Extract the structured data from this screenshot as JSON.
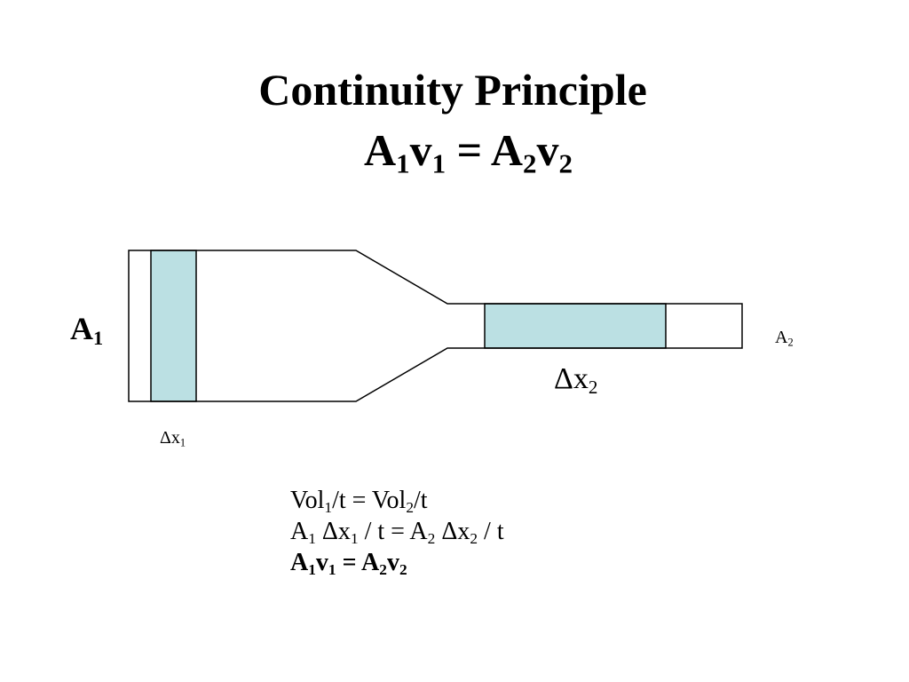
{
  "title": "Continuity Principle",
  "equation": {
    "a1": "A",
    "a1_sub": "1",
    "v1": "v",
    "v1_sub": "1",
    "equals": " = ",
    "a2": "A",
    "a2_sub": "2",
    "v2": "v",
    "v2_sub": "2"
  },
  "diagram": {
    "fill_color": "#bbe0e3",
    "stroke_color": "#000000",
    "area1_label": {
      "main": "A",
      "sub": "1"
    },
    "area2_label": {
      "main": "A",
      "sub": "2"
    },
    "dx1_label": {
      "delta": "Δ",
      "main": "x",
      "sub": "1"
    },
    "dx2_label": {
      "delta": "Δ",
      "main": "x",
      "sub": "2"
    }
  },
  "derivation": {
    "line1": {
      "p1": "Vol",
      "s1": "1",
      "p2": "/t = Vol",
      "s2": "2",
      "p3": "/t"
    },
    "line2": {
      "p1": "A",
      "s1": "1",
      "p2": " Δx",
      "s2": "1",
      "p3": " / t = A",
      "s3": "2",
      "p4": " Δx",
      "s4": "2",
      "p5": " / t"
    },
    "line3": {
      "p1": "A",
      "s1": "1",
      "p2": "v",
      "s2": "1",
      "p3": " = A",
      "s3": "2",
      "p4": "v",
      "s4": "2"
    }
  }
}
